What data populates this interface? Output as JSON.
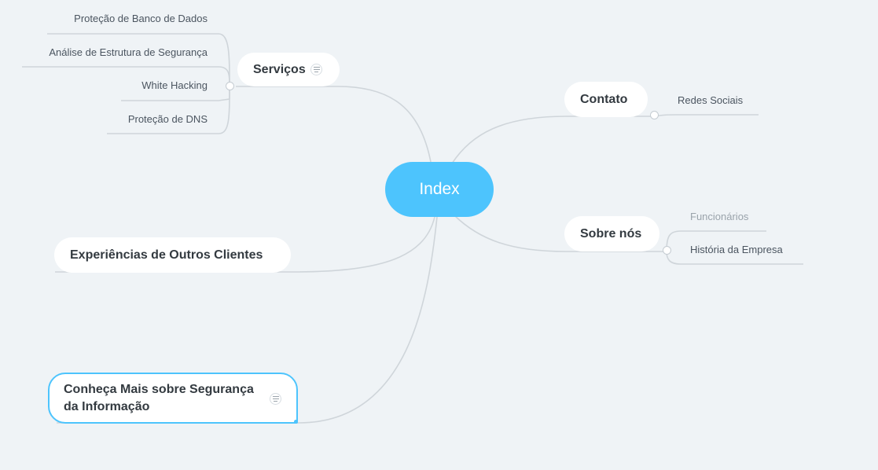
{
  "root": {
    "label": "Index",
    "color": "#4dc4fd"
  },
  "topics": {
    "servicos": {
      "label": "Serviços",
      "has_note": true
    },
    "contato": {
      "label": "Contato"
    },
    "sobre": {
      "label": "Sobre nós"
    },
    "experiencias": {
      "label": "Experiências de Outros Clientes"
    },
    "conheca": {
      "label_line1": "Conheça Mais sobre Segurança",
      "label_line2": "da Informação",
      "has_note": true,
      "selected": true
    }
  },
  "leaves": {
    "servicos": [
      "Proteção de Banco de Dados",
      "Análise de Estrutura de Segurança",
      "White Hacking",
      "Proteção de DNS"
    ],
    "contato": [
      "Redes Sociais"
    ],
    "sobre": [
      "Funcionários",
      "História da Empresa"
    ]
  },
  "colors": {
    "background": "#eff3f6",
    "line": "#cfd5da",
    "accent": "#4dc4fd",
    "text": "#333a40"
  },
  "icons": {
    "note": "note-icon",
    "toggle": "collapse-toggle-icon"
  }
}
